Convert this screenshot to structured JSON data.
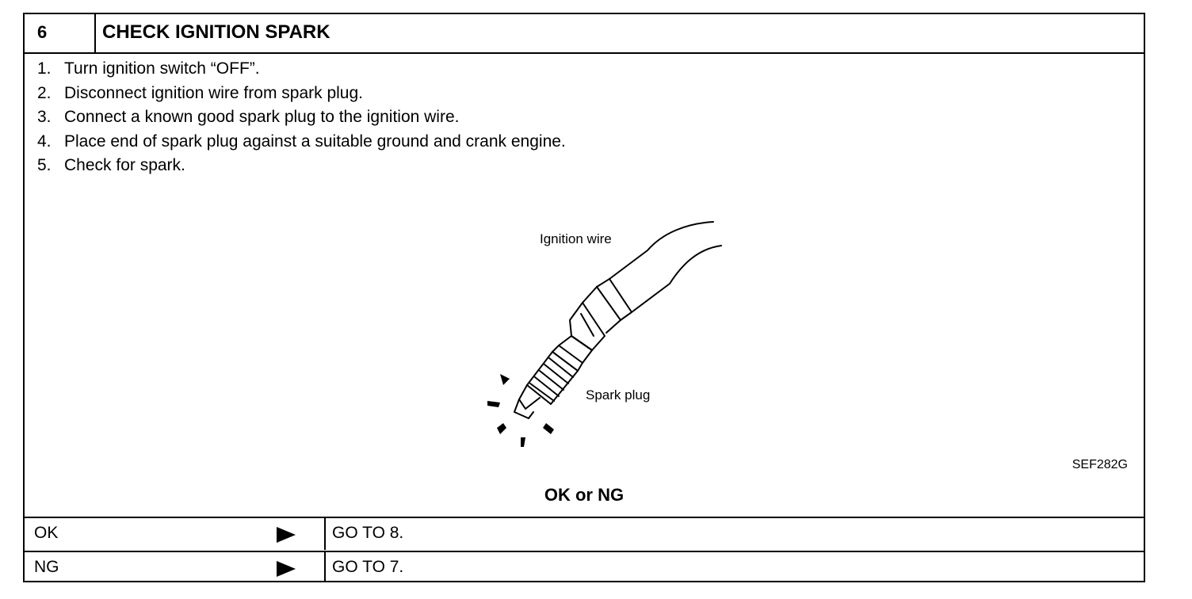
{
  "header": {
    "step_number": "6",
    "title": "CHECK IGNITION SPARK"
  },
  "steps": [
    {
      "num": "1.",
      "text": "Turn ignition switch “OFF”."
    },
    {
      "num": "2.",
      "text": "Disconnect ignition wire from spark plug."
    },
    {
      "num": "3.",
      "text": "Connect a known good spark plug to the ignition wire."
    },
    {
      "num": "4.",
      "text": "Place end of spark plug against a suitable ground and crank engine."
    },
    {
      "num": "5.",
      "text": "Check for spark."
    }
  ],
  "figure": {
    "label_wire": "Ignition wire",
    "label_plug": "Spark plug",
    "code": "SEF282G"
  },
  "decision": {
    "prompt": "OK or NG",
    "rows": [
      {
        "key": "OK",
        "action": "GO TO 8."
      },
      {
        "key": "NG",
        "action": "GO TO 7."
      }
    ]
  }
}
